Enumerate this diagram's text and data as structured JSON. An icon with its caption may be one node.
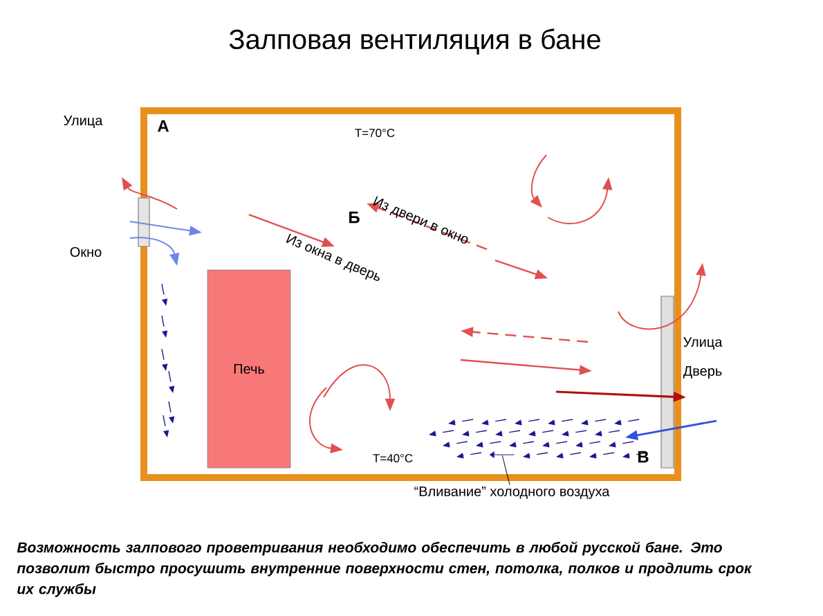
{
  "diagram": {
    "title": "Залповая вентиляция в бане",
    "caption": "Возможность залпового проветривания необходимо обеспечить в любой русской бане. Это позволит быстро просушить внутренние поверхности стен, потолка, полков и продлить срок их службы",
    "nodes": [
      {
        "text": [
          "Печь"
        ]
      },
      {
        "text": [
          "“Вливание” холодного воздуха"
        ]
      },
      {
        "text": [],
        "shape": "arrow"
      }
    ],
    "edges": [
      {
        "from": 1,
        "to": 2,
        "arrow": "none"
      }
    ],
    "labels": [
      "Улица",
      "А",
      "T=70°C",
      "Б",
      "Из двери в окно",
      "Окно",
      "Из окна в дверь",
      "Улица",
      "Дверь",
      "T=40°C",
      "В"
    ]
  }
}
